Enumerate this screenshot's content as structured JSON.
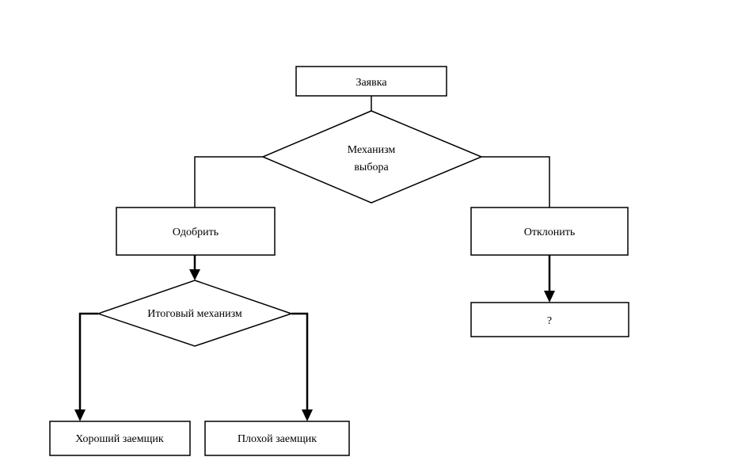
{
  "diagram": {
    "nodes": {
      "application": "Заявка",
      "selection_mechanism_line1": "Механизм",
      "selection_mechanism_line2": "выбора",
      "approve": "Одобрить",
      "reject": "Отклонить",
      "final_mechanism": "Итоговый механизм",
      "unknown": "?",
      "good_borrower": "Хороший заемщик",
      "bad_borrower": "Плохой заемщик"
    }
  }
}
